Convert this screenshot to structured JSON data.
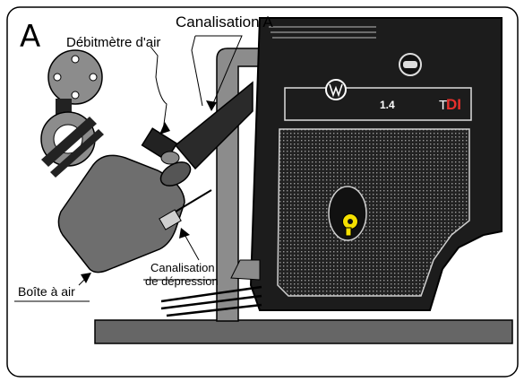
{
  "figure": {
    "panel_letter": "A",
    "labels": {
      "air_flow_meter": "Débitmètre d'air",
      "pipe_a": "Canalisation A",
      "vacuum_line_1": "Canalisation",
      "vacuum_line_2": "de dépression",
      "air_box": "Boîte à air"
    },
    "engine_badge": {
      "displacement": "1.4",
      "tdi_t": "T",
      "tdi_di": "DI"
    },
    "colors": {
      "engine_cover": "#1c1c1c",
      "dark_pipe": "#2a2a2a",
      "grey_pipe": "#8c8c8c",
      "air_box": "#6e6e6e",
      "bench": "#666666",
      "oil_cap": "#f5e000",
      "tdi_accent": "#e8302c"
    }
  }
}
